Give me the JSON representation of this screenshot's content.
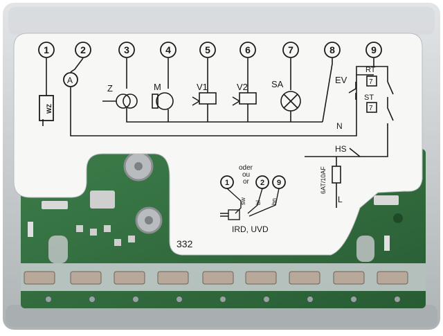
{
  "terminals": {
    "t1": "1",
    "t2": "2",
    "t3": "3",
    "t4": "4",
    "t5": "5",
    "t6": "6",
    "t7": "7",
    "t8": "8",
    "t9": "9"
  },
  "components": {
    "A": "A",
    "Z": "Z",
    "M": "M",
    "V1": "V1",
    "V2": "V2",
    "SA": "SA",
    "EV": "EV",
    "RT": "RT",
    "ST": "ST",
    "HS": "HS",
    "RT_box": "7",
    "ST_box": "7",
    "N": "N",
    "L": "L",
    "WZ": "WZ",
    "fuse": "6AT/10AF"
  },
  "sensor": {
    "oder": "oder",
    "ou": "ou",
    "or": "or",
    "p1": "1",
    "p2": "2",
    "p9": "9",
    "sw": "sw",
    "bl": "bl",
    "bn": "bn",
    "label": "IRD, UVD"
  },
  "model": "332",
  "colors": {
    "pcb": "#2f6e3c",
    "housing": "#c9cdd0",
    "label": "#f7f7f6",
    "ink": "#1a1a1a"
  }
}
